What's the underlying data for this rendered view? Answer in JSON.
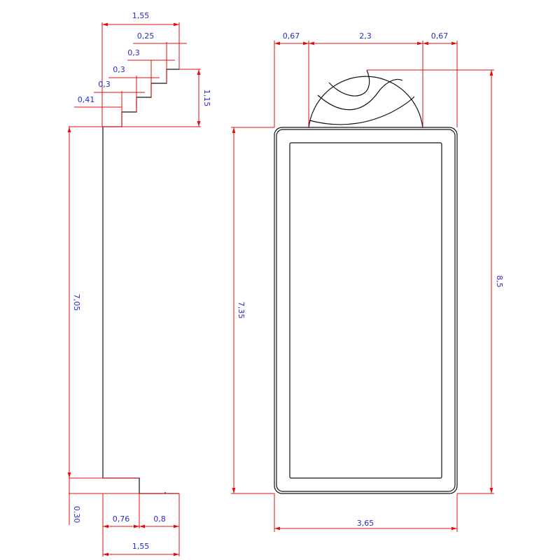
{
  "colors": {
    "dimension_line": "#e01010",
    "dimension_text": "#2a2ac8",
    "object_line": "#111111"
  },
  "side_view": {
    "top_width": "1,55",
    "step_1": "0,25",
    "step_2": "0,3",
    "step_3": "0,3",
    "step_4": "0,3",
    "step_5": "0,41",
    "step_height": "1,15",
    "body_height": "7,05",
    "base_height": "0.30",
    "base_left": "0,76",
    "base_right": "0,8",
    "base_width": "1,55"
  },
  "front_view": {
    "left_margin": "0,67",
    "dome_width": "2,3",
    "right_margin": "0,67",
    "total_height": "8,5",
    "body_height": "7,35",
    "body_width": "3,65"
  }
}
